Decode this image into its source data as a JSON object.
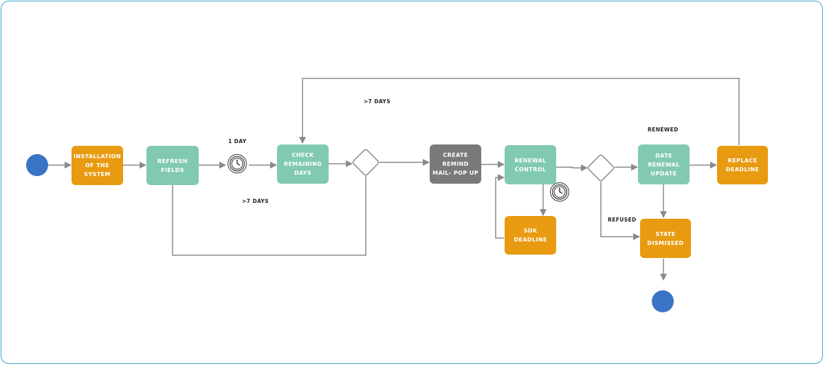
{
  "nodes": {
    "installation": "INSTALLATION\nOF THE SYSTEM",
    "refresh_fields": "REFRESH FIELDS",
    "check_remaining_days": "CHECK\nREMAINING\nDAYS",
    "create_remind": "CREATE REMIND\nMAIL- POP UP",
    "renewal_control": "RENEWAL\nCONTROL",
    "sdk_deadline": "SDK DEADLINE",
    "date_renewal_update": "DATE RENEWAL\nUPDATE",
    "replace_deadline": "REPLACE\nDEADLINE",
    "state_dismissed": "STATE\nDISMISSED"
  },
  "labels": {
    "one_day": "1 DAY",
    "gt7_top": ">7 DAYS",
    "gt7_bottom": ">7 DAYS",
    "renewed": "RENEWED",
    "refused": "REFUSED"
  },
  "colors": {
    "frame": "#3aa6c9",
    "green_task": "#82c9b3",
    "orange_task": "#e89a10",
    "gray_task": "#7a7a7a",
    "event": "#3a74c4",
    "connector": "#8a8a8a"
  }
}
